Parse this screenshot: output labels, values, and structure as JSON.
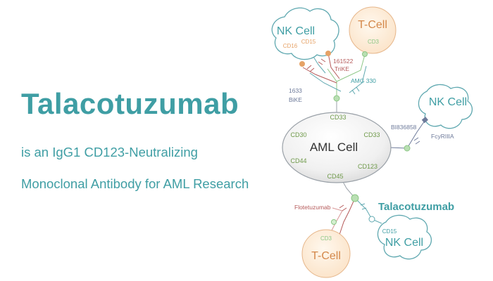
{
  "heading": {
    "title": "Talacotuzumab",
    "line1": "is an IgG1 CD123-Neutralizing",
    "line2": "Monoclonal Antibody for AML Research"
  },
  "diagram": {
    "aml_cell": {
      "label": "AML Cell",
      "markers": {
        "cd33_top": "CD33",
        "cd30": "CD30",
        "cd33_right": "CD33",
        "cd44": "CD44",
        "cd123": "CD123",
        "cd45": "CD45"
      }
    },
    "nk_cell_top": {
      "label": "NK Cell",
      "cd16": "CD16",
      "cd15": "CD15"
    },
    "t_cell_top": {
      "label": "T-Cell",
      "cd3": "CD3"
    },
    "nk_cell_right": {
      "label": "NK Cell",
      "receptor": "FcyRIIIA"
    },
    "t_cell_bottom": {
      "label": "T-Cell",
      "cd3": "CD3"
    },
    "nk_cell_bottom": {
      "label": "NK Cell",
      "cd15": "CD15"
    },
    "agents": {
      "trike_id": "161522",
      "trike": "TriKE",
      "amg": "AMG 330",
      "bike_id": "1633",
      "bike": "BiKE",
      "bi": "BI836858",
      "flote": "Flotetuzumab",
      "tala": "Talacotuzumab"
    },
    "colors": {
      "teal": "#3f9ea4",
      "orange": "#e6a266",
      "green": "#8cc785",
      "red": "#b55a5a",
      "slate": "#6d7a9a",
      "gray": "#9aa1a8"
    }
  }
}
